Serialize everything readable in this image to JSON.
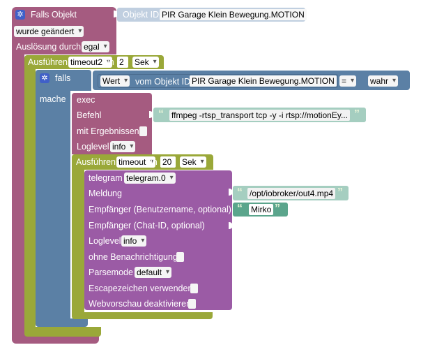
{
  "colors": {
    "event_block": "#a55b80",
    "event_header_top": "#e6e6e6",
    "timeout_block": "#9aa839",
    "if_block": "#5b80a5",
    "exec_block": "#a55b80",
    "telegram_block": "#9b5ba5",
    "text_block": "#5ba58c",
    "object_id_bg": "#c0cfe0"
  },
  "event": {
    "title": "Falls Objekt",
    "object_id_label": "Objekt ID",
    "object_id_value": "PIR Garage Klein Bewegung.MOTION",
    "condition": "wurde geändert",
    "trigger_label": "Auslösung durch",
    "trigger_value": "egal"
  },
  "timeout_outer": {
    "label": "Ausführen",
    "name": "timeout2",
    "in_label": "in",
    "value": "2",
    "unit": "Sek"
  },
  "if_block": {
    "if_label": "falls",
    "do_label": "mache",
    "value_label": "Wert",
    "from_label": "vom Objekt ID",
    "object_value": "PIR Garage Klein Bewegung.MOTION",
    "operator": "=",
    "compare_value": "wahr"
  },
  "exec_block": {
    "title": "exec",
    "command_label": "Befehl",
    "command_value": "ffmpeg -rtsp_transport tcp -y -i rtsp://motionEy...",
    "with_results_label": "mit Ergebnissen",
    "loglevel_label": "Loglevel",
    "loglevel_value": "info"
  },
  "timeout_inner": {
    "label": "Ausführen",
    "name": "timeout",
    "in_label": "in",
    "value": "20",
    "unit": "Sek"
  },
  "telegram": {
    "label": "telegram",
    "instance": "telegram.0",
    "message_label": "Meldung",
    "message_value": "/opt/iobroker/out4.mp4",
    "recipient_label": "Empfänger (Benutzername, optional)",
    "recipient_value": "Mirko",
    "chat_id_label": "Empfänger (Chat-ID, optional)",
    "loglevel_label": "Loglevel",
    "loglevel_value": "info",
    "no_notify_label": "ohne Benachrichtigung",
    "parsemode_label": "Parsemode",
    "parsemode_value": "default",
    "escape_label": "Escapezeichen verwenden",
    "preview_label": "Webvorschau deaktivieren"
  },
  "icons": {
    "gear": "gear-icon",
    "quote_open": "“",
    "quote_close": "”"
  }
}
